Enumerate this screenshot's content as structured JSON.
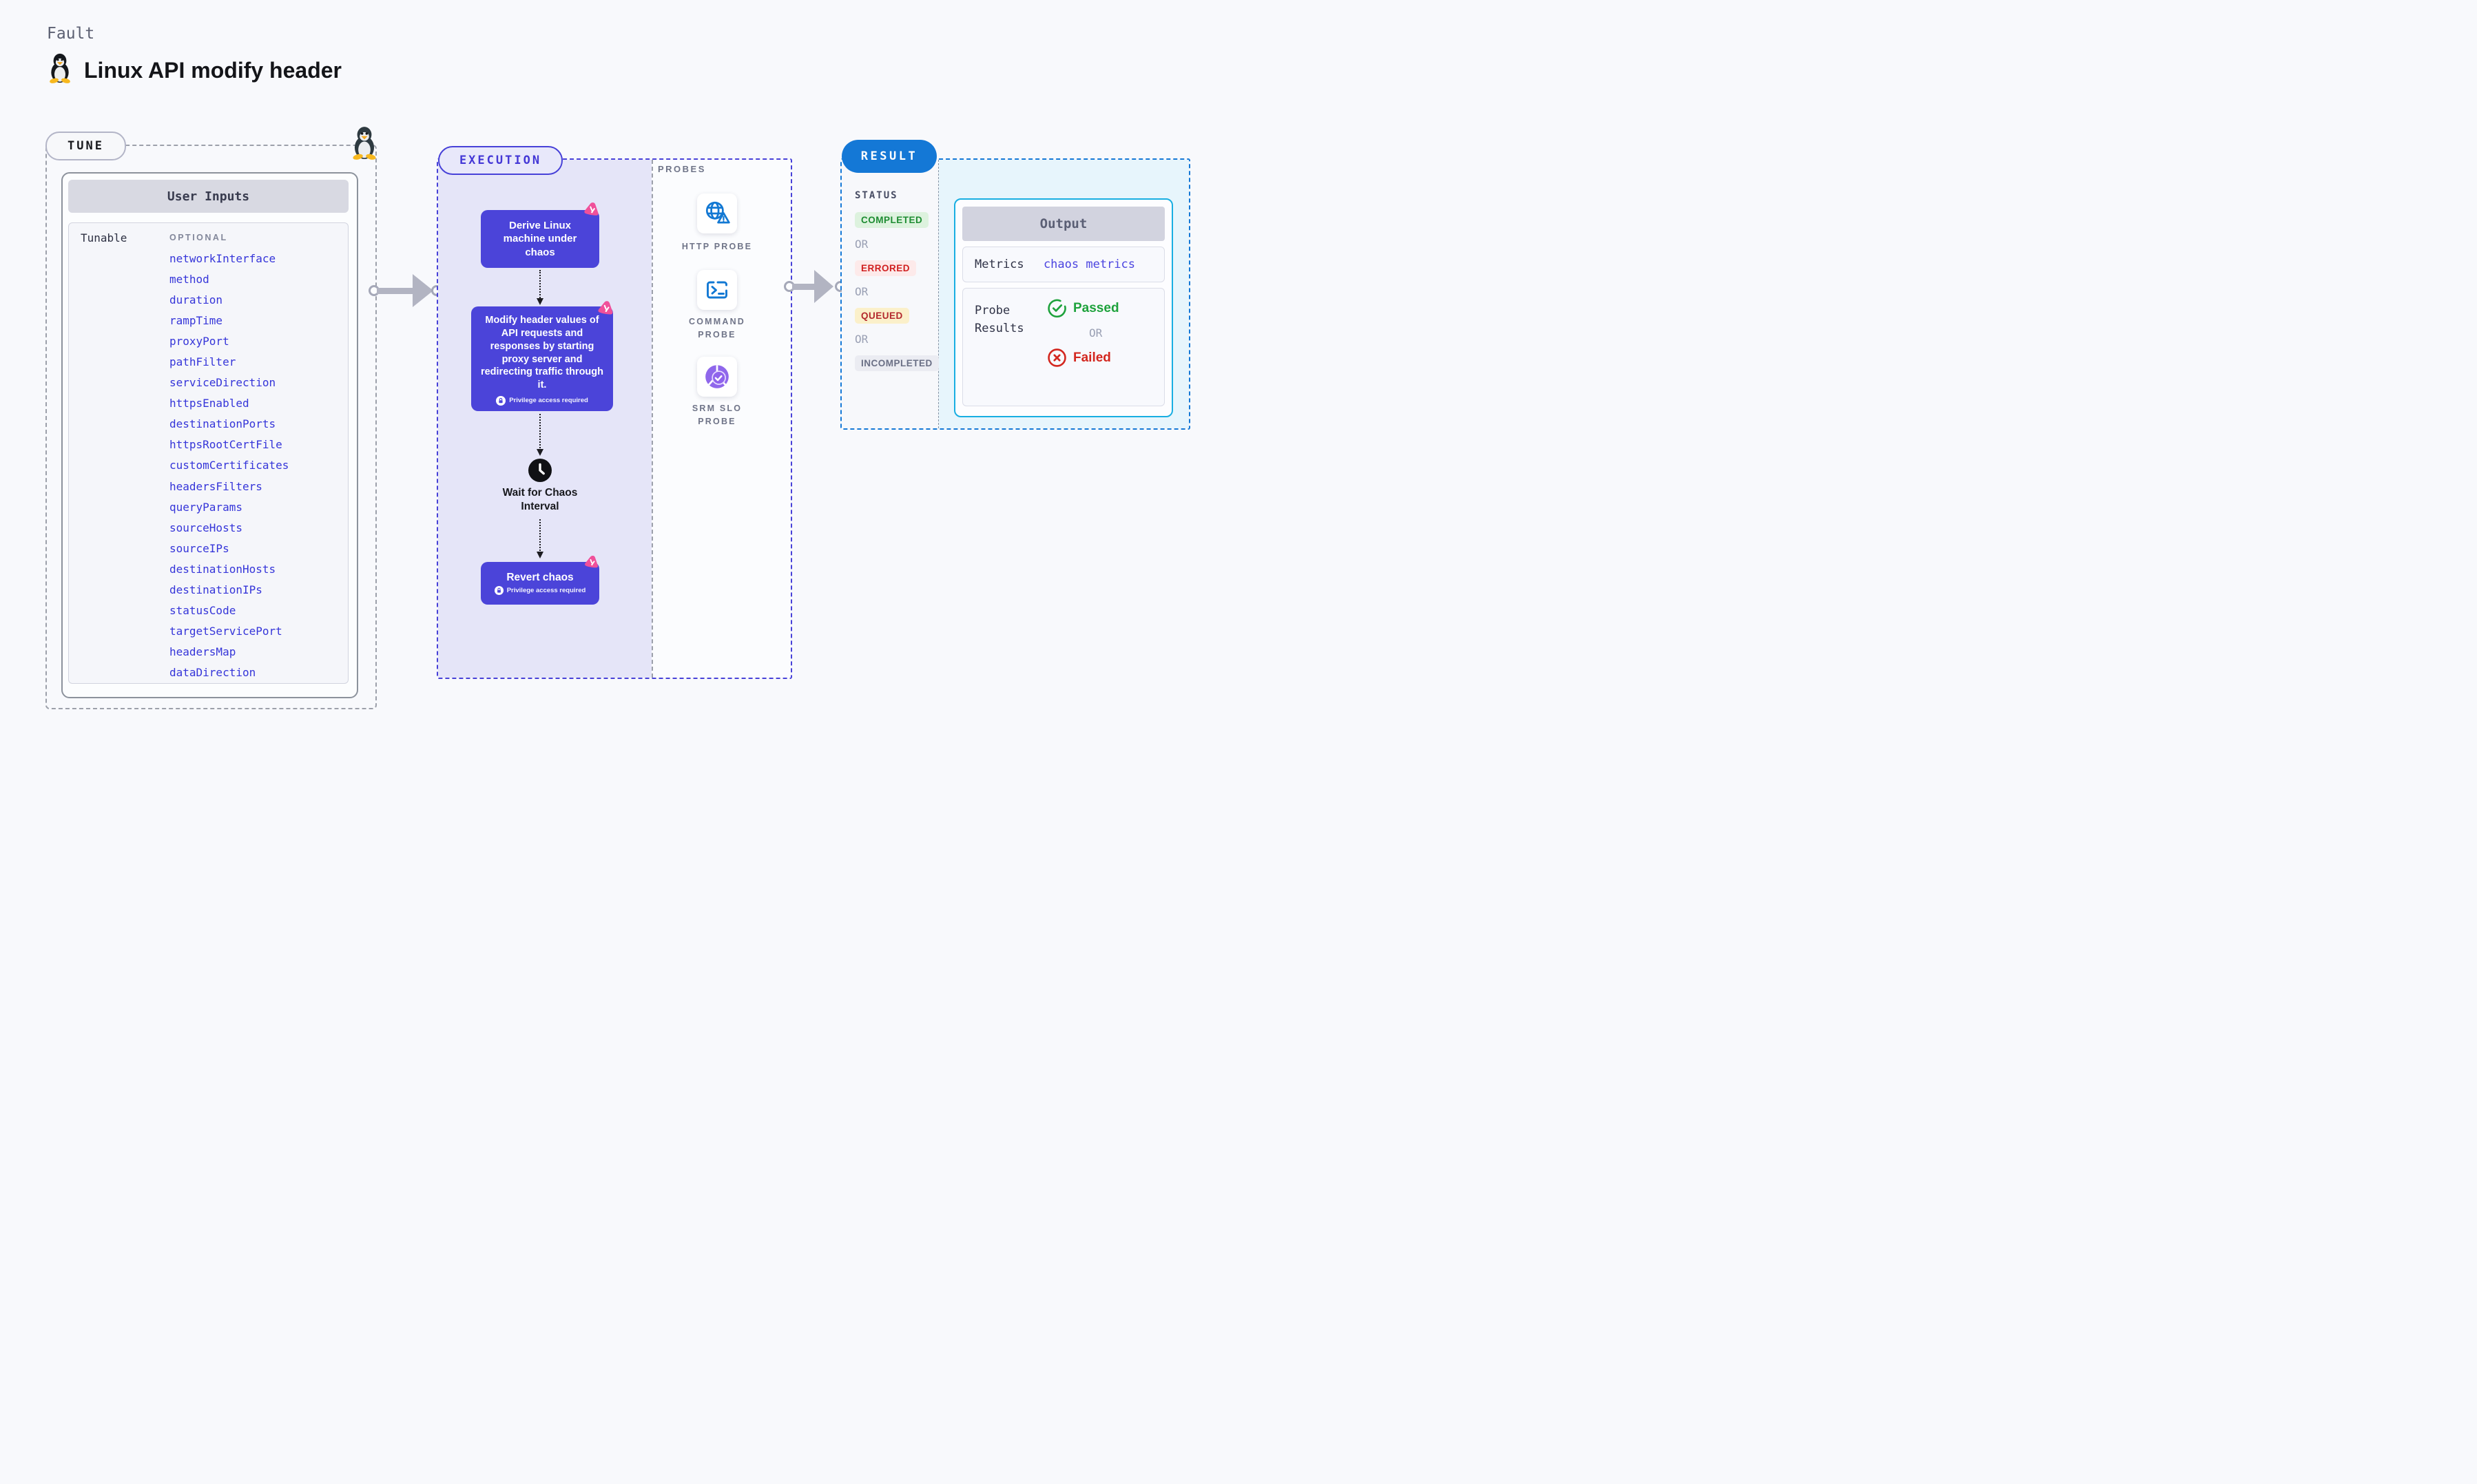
{
  "page": {
    "kicker": "Fault",
    "title": "Linux API modify header"
  },
  "tune": {
    "badge": "TUNE",
    "table_title": "User Inputs",
    "row_label": "Tunable",
    "column_label": "OPTIONAL",
    "params": [
      "networkInterface",
      "method",
      "duration",
      "rampTime",
      "proxyPort",
      "pathFilter",
      "serviceDirection",
      "httpsEnabled",
      "destinationPorts",
      "httpsRootCertFile",
      "customCertificates",
      "headersFilters",
      "queryParams",
      "sourceHosts",
      "sourceIPs",
      "destinationHosts",
      "destinationIPs",
      "statusCode",
      "targetServicePort",
      "headersMap",
      "dataDirection"
    ]
  },
  "execution": {
    "badge": "EXECUTION",
    "derive_step": "Derive Linux machine under chaos",
    "modify_step": "Modify header values of API requests and responses by starting proxy server and redirecting traffic through it.",
    "privilege_note": "Privilege access required",
    "wait_step": "Wait for Chaos Interval",
    "revert_step": "Revert chaos"
  },
  "probes": {
    "label": "PROBES",
    "items": [
      {
        "name": "HTTP PROBE",
        "icon": "globe-alert-icon"
      },
      {
        "name": "COMMAND PROBE",
        "icon": "terminal-icon"
      },
      {
        "name": "SRM SLO PROBE",
        "icon": "slo-donut-icon"
      }
    ]
  },
  "result": {
    "badge": "RESULT",
    "status_label": "STATUS",
    "or": "OR",
    "statuses": [
      {
        "label": "COMPLETED",
        "text_color": "#1d8c31",
        "bg_color": "#ddf2de"
      },
      {
        "label": "ERRORED",
        "text_color": "#d01f1f",
        "bg_color": "#fdeaea"
      },
      {
        "label": "QUEUED",
        "text_color": "#b3282d",
        "bg_color": "#fbf0ca"
      },
      {
        "label": "INCOMPLETED",
        "text_color": "#6a6f85",
        "bg_color": "#ebecf2"
      }
    ],
    "output": {
      "title": "Output",
      "metrics_label": "Metrics",
      "metrics_value": "chaos metrics",
      "probe_results_label": "Probe Results",
      "passed_label": "Passed",
      "failed_label": "Failed"
    }
  },
  "colors": {
    "accent_indigo": "#4b44d9",
    "accent_blue": "#1478d6",
    "accent_cyan": "#18aee2",
    "param_link_blue": "#3535d9",
    "passed_green": "#1ea23c",
    "failed_red": "#d3271f",
    "chaos_pink": "#f0509a",
    "probe_icon_blue": "#1278d3"
  }
}
